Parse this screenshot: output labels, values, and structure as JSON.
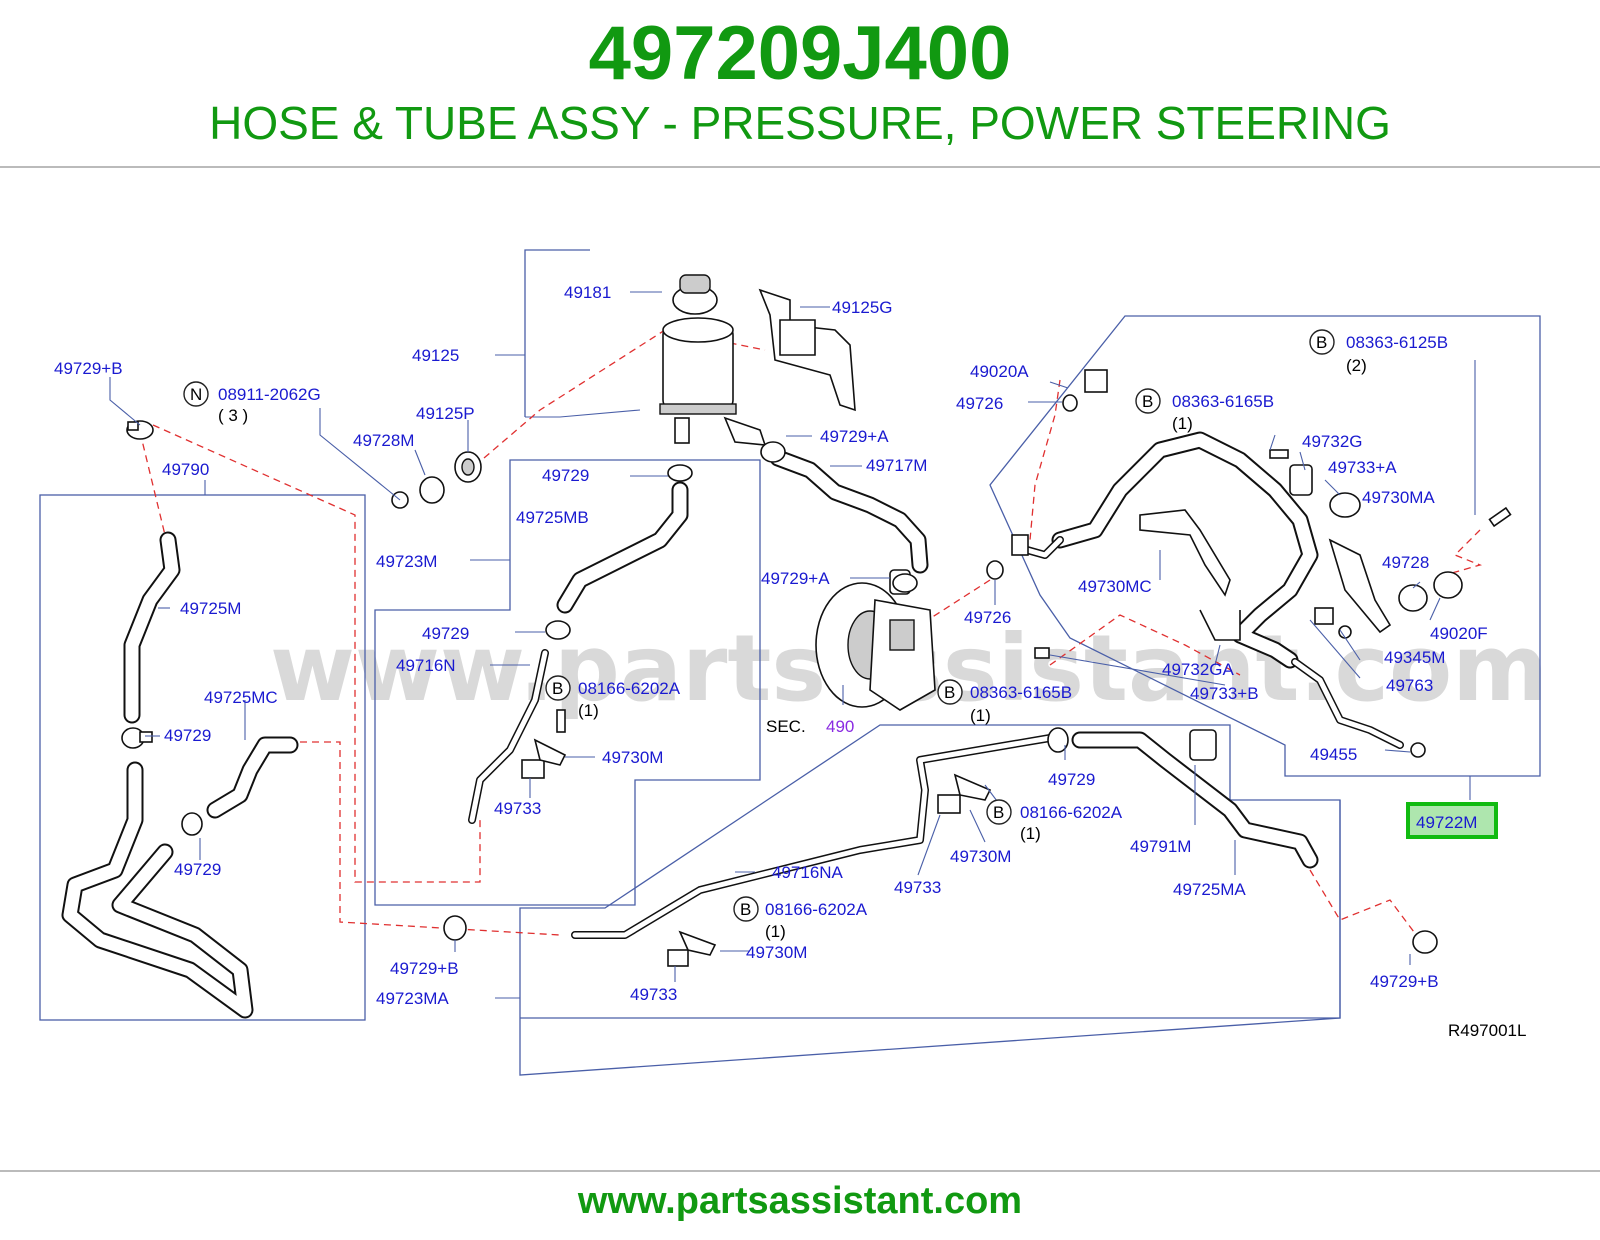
{
  "header": {
    "part_number": "497209J400",
    "title": "HOSE & TUBE ASSY - PRESSURE, POWER STEERING"
  },
  "footer": {
    "url": "www.partsassistant.com"
  },
  "diagram": {
    "watermark": "www.partsassistant.com",
    "figure_code": "R497001L",
    "highlighted_part": "49722M",
    "section_ref": {
      "prefix": "SEC.",
      "number": "490"
    },
    "callouts": {
      "c49181": "49181",
      "c49125G": "49125G",
      "c49125": "49125",
      "c49729B_tl": "49729+B",
      "c08911": "08911-2062G",
      "c08911_qty": "( 3 )",
      "c49125P": "49125P",
      "c49728M": "49728M",
      "c49729A_top": "49729+A",
      "c49717M": "49717M",
      "c49790": "49790",
      "c49729_a": "49729",
      "c49725MB": "49725MB",
      "c49723M": "49723M",
      "c49725M": "49725M",
      "c49729A_mid": "49729+A",
      "c49729_b": "49729",
      "c49716N": "49716N",
      "c08166_a": "08166-6202A",
      "c08166_a_qty": "(1)",
      "c49725MC": "49725MC",
      "c49729_c": "49729",
      "c49730M_a": "49730M",
      "c49733_a": "49733",
      "c49729_d": "49729",
      "c49020A": "49020A",
      "c49726_a": "49726",
      "c08363_6165B_a": "08363-6165B",
      "c08363_6165B_a_qty": "(1)",
      "c08363_6125B": "08363-6125B",
      "c08363_6125B_qty": "(2)",
      "c49732G": "49732G",
      "c49733A": "49733+A",
      "c49730MA": "49730MA",
      "c49730MC": "49730MC",
      "c49728": "49728",
      "c49726_b": "49726",
      "c49020F": "49020F",
      "c49345M": "49345M",
      "c49732GA": "49732GA",
      "c49733B": "49733+B",
      "c49763": "49763",
      "c08363_6165B_b": "08363-6165B",
      "c08363_6165B_b_qty": "(1)",
      "c49455": "49455",
      "c49729_e": "49729",
      "c08166_b": "08166-6202A",
      "c08166_b_qty": "(1)",
      "c49730M_b": "49730M",
      "c49791M": "49791M",
      "c49716NA": "49716NA",
      "c49733_b": "49733",
      "c49725MA": "49725MA",
      "c08166_c": "08166-6202A",
      "c08166_c_qty": "(1)",
      "c49730M_c": "49730M",
      "c49729B_bl": "49729+B",
      "c49723MA": "49723MA",
      "c49733_c": "49733",
      "c49729B_br": "49729+B"
    },
    "badges": {
      "n1": "N",
      "b1": "B",
      "b2": "B",
      "b3": "B",
      "b4": "B",
      "b5": "B",
      "b6": "B"
    }
  },
  "colors": {
    "brand_green": "#119911",
    "label_blue": "#1a1ad0",
    "leader_blue": "#4a5fa8",
    "dashed_red": "#e03030",
    "section_purple": "#8a2be2",
    "highlight_fill": "#aee6ae"
  }
}
